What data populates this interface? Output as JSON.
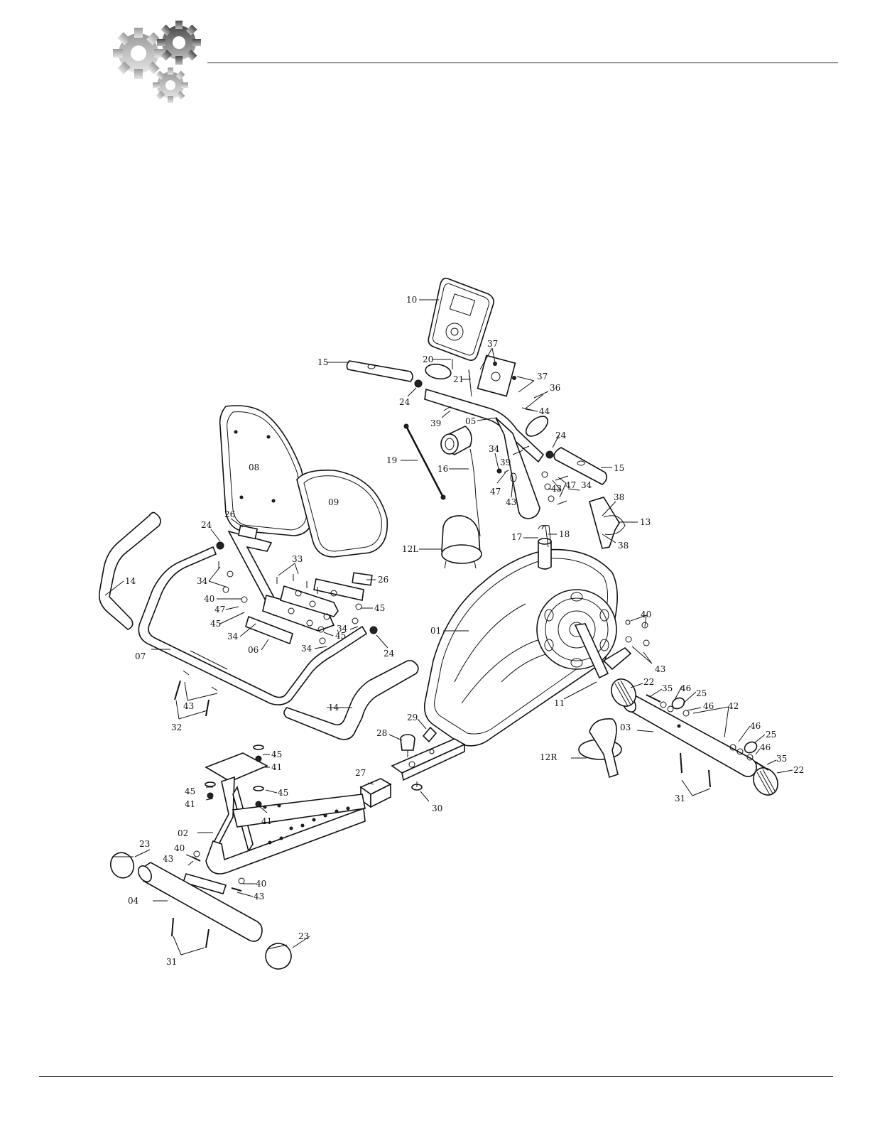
{
  "header": {
    "logo_icon": "gears-icon"
  },
  "diagram": {
    "callouts": [
      {
        "id": "c10",
        "text": "10"
      },
      {
        "id": "c15a",
        "text": "15"
      },
      {
        "id": "c20",
        "text": "20"
      },
      {
        "id": "c21",
        "text": "21"
      },
      {
        "id": "c37a",
        "text": "37"
      },
      {
        "id": "c37b",
        "text": "37"
      },
      {
        "id": "c36",
        "text": "36"
      },
      {
        "id": "c44",
        "text": "44"
      },
      {
        "id": "c24a",
        "text": "24"
      },
      {
        "id": "c39a",
        "text": "39"
      },
      {
        "id": "c05",
        "text": "05"
      },
      {
        "id": "c24b",
        "text": "24"
      },
      {
        "id": "c15b",
        "text": "15"
      },
      {
        "id": "c34a",
        "text": "34"
      },
      {
        "id": "c39b",
        "text": "39"
      },
      {
        "id": "c19",
        "text": "19"
      },
      {
        "id": "c16",
        "text": "16"
      },
      {
        "id": "c47a",
        "text": "47"
      },
      {
        "id": "c43a",
        "text": "43"
      },
      {
        "id": "c43b",
        "text": "43"
      },
      {
        "id": "c47b",
        "text": "47"
      },
      {
        "id": "c34b",
        "text": "34"
      },
      {
        "id": "c38a",
        "text": "38"
      },
      {
        "id": "c13",
        "text": "13"
      },
      {
        "id": "c38b",
        "text": "38"
      },
      {
        "id": "c08",
        "text": "08"
      },
      {
        "id": "c09",
        "text": "09"
      },
      {
        "id": "c12L",
        "text": "12L"
      },
      {
        "id": "c17",
        "text": "17"
      },
      {
        "id": "c18",
        "text": "18"
      },
      {
        "id": "c26a",
        "text": "26"
      },
      {
        "id": "c24c",
        "text": "24"
      },
      {
        "id": "c33",
        "text": "33"
      },
      {
        "id": "c26b",
        "text": "26"
      },
      {
        "id": "c14a",
        "text": "14"
      },
      {
        "id": "c34c",
        "text": "34"
      },
      {
        "id": "c40a",
        "text": "40"
      },
      {
        "id": "c47c",
        "text": "47"
      },
      {
        "id": "c45a",
        "text": "45"
      },
      {
        "id": "c45b",
        "text": "45"
      },
      {
        "id": "c34d",
        "text": "34"
      },
      {
        "id": "c45c",
        "text": "45"
      },
      {
        "id": "c34e",
        "text": "34"
      },
      {
        "id": "c06",
        "text": "06"
      },
      {
        "id": "c34f",
        "text": "34"
      },
      {
        "id": "c24d",
        "text": "24"
      },
      {
        "id": "c01",
        "text": "01"
      },
      {
        "id": "c40b",
        "text": "40"
      },
      {
        "id": "c43c",
        "text": "43"
      },
      {
        "id": "c07",
        "text": "07"
      },
      {
        "id": "c11",
        "text": "11"
      },
      {
        "id": "c22a",
        "text": "22"
      },
      {
        "id": "c35a",
        "text": "35"
      },
      {
        "id": "c46a",
        "text": "46"
      },
      {
        "id": "c25a",
        "text": "25"
      },
      {
        "id": "c46b",
        "text": "46"
      },
      {
        "id": "c42",
        "text": "42"
      },
      {
        "id": "c43d",
        "text": "43"
      },
      {
        "id": "c14b",
        "text": "14"
      },
      {
        "id": "c32",
        "text": "32"
      },
      {
        "id": "c29",
        "text": "29"
      },
      {
        "id": "c28",
        "text": "28"
      },
      {
        "id": "c03",
        "text": "03"
      },
      {
        "id": "c46c",
        "text": "46"
      },
      {
        "id": "c25b",
        "text": "25"
      },
      {
        "id": "c46d",
        "text": "46"
      },
      {
        "id": "c12R",
        "text": "12R"
      },
      {
        "id": "c35b",
        "text": "35"
      },
      {
        "id": "c22b",
        "text": "22"
      },
      {
        "id": "c45d",
        "text": "45"
      },
      {
        "id": "c41a",
        "text": "41"
      },
      {
        "id": "c27",
        "text": "27"
      },
      {
        "id": "c45e",
        "text": "45"
      },
      {
        "id": "c45f",
        "text": "45"
      },
      {
        "id": "c41b",
        "text": "41"
      },
      {
        "id": "c41c",
        "text": "41"
      },
      {
        "id": "c31a",
        "text": "31"
      },
      {
        "id": "c30",
        "text": "30"
      },
      {
        "id": "c02",
        "text": "02"
      },
      {
        "id": "c23a",
        "text": "23"
      },
      {
        "id": "c40c",
        "text": "40"
      },
      {
        "id": "c43e",
        "text": "43"
      },
      {
        "id": "c40d",
        "text": "40"
      },
      {
        "id": "c43f",
        "text": "43"
      },
      {
        "id": "c04",
        "text": "04"
      },
      {
        "id": "c23b",
        "text": "23"
      },
      {
        "id": "c31b",
        "text": "31"
      }
    ]
  }
}
